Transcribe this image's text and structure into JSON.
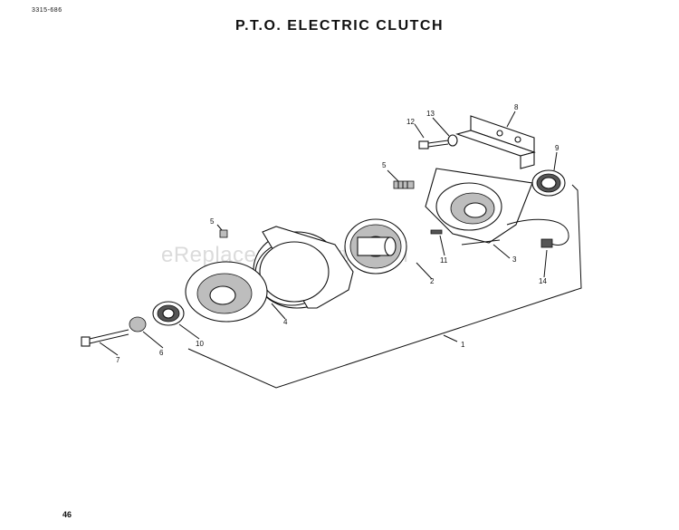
{
  "header": {
    "doc_code": "3315-686",
    "title": "P.T.O. ELECTRIC CLUTCH"
  },
  "footer": {
    "page_number": "46"
  },
  "watermark": "eReplacementParts.com",
  "callouts": [
    "1",
    "2",
    "3",
    "4",
    "5",
    "5",
    "6",
    "7",
    "8",
    "9",
    "10",
    "11",
    "12",
    "13",
    "14"
  ]
}
